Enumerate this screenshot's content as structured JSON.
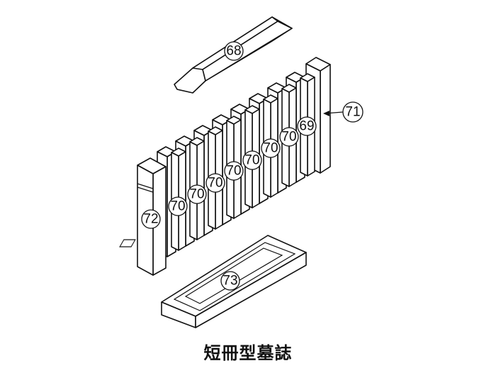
{
  "title": "短冊型墓誌",
  "callouts": {
    "c68": "68",
    "c69": "69",
    "c70": "70",
    "c71": "71",
    "c72": "72",
    "c73": "73"
  },
  "colors": {
    "line": "#111111",
    "background": "#ffffff"
  }
}
